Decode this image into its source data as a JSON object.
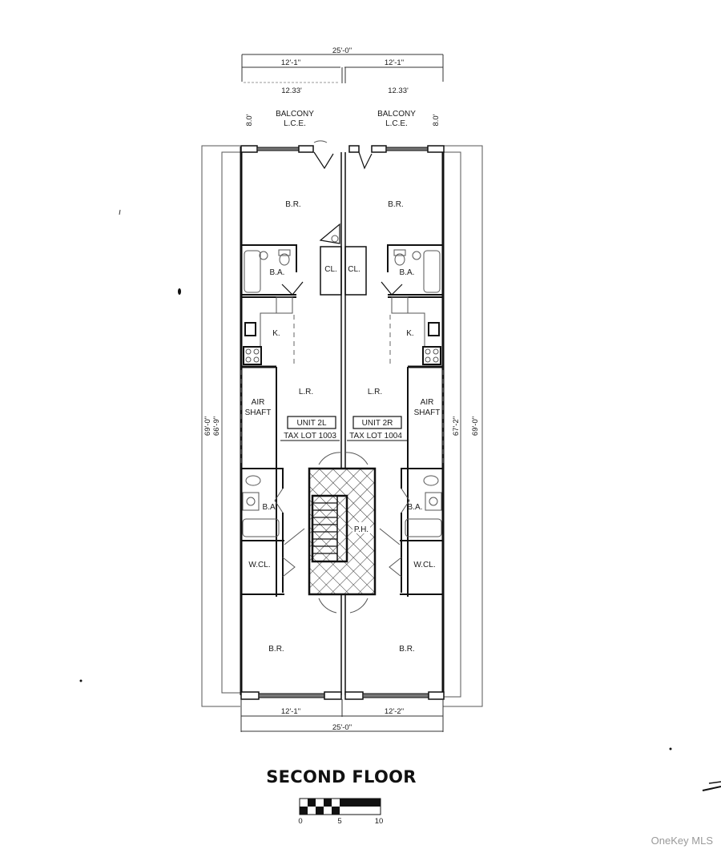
{
  "drawing": {
    "title": "SECOND FLOOR",
    "watermark": "OneKey MLS",
    "scale_bar": {
      "labels": [
        "0",
        "5",
        "10"
      ]
    }
  },
  "dimensions": {
    "top_overall": "25'-0\"",
    "top_left": "12'-1\"",
    "top_right": "12'-1\"",
    "top_left_balcony": "12.33'",
    "top_right_balcony": "12.33'",
    "balcony_depth_left": "8.0'",
    "balcony_depth_right": "8.0'",
    "left_outer": "69'-0\"",
    "left_inner": "66'-9\"",
    "right_inner": "67'-2\"",
    "right_outer": "69'-0\"",
    "bottom_left": "12'-1\"",
    "bottom_right": "12'-2\"",
    "bottom_overall": "25'-0\""
  },
  "balconies": {
    "left": {
      "line1": "BALCONY",
      "line2": "L.C.E."
    },
    "right": {
      "line1": "BALCONY",
      "line2": "L.C.E."
    }
  },
  "units": {
    "left": {
      "name": "UNIT 2L",
      "tax_lot": "TAX LOT 1003",
      "rooms": {
        "front_bedroom": "B.R.",
        "bath_front": "B.A.",
        "closet": "CL.",
        "kitchen": "K.",
        "living_room": "L.R.",
        "air_shaft_1": "AIR",
        "air_shaft_2": "SHAFT",
        "bath_rear": "B.A.",
        "walk_in_closet": "W.CL.",
        "rear_bedroom": "B.R."
      }
    },
    "right": {
      "name": "UNIT 2R",
      "tax_lot": "TAX LOT 1004",
      "rooms": {
        "front_bedroom": "B.R.",
        "bath_front": "B.A.",
        "closet": "CL.",
        "kitchen": "K.",
        "living_room": "L.R.",
        "air_shaft_1": "AIR",
        "air_shaft_2": "SHAFT",
        "bath_rear": "B.A.",
        "walk_in_closet": "W.CL.",
        "rear_bedroom": "B.R."
      }
    }
  },
  "common": {
    "public_hall": "P.H."
  }
}
